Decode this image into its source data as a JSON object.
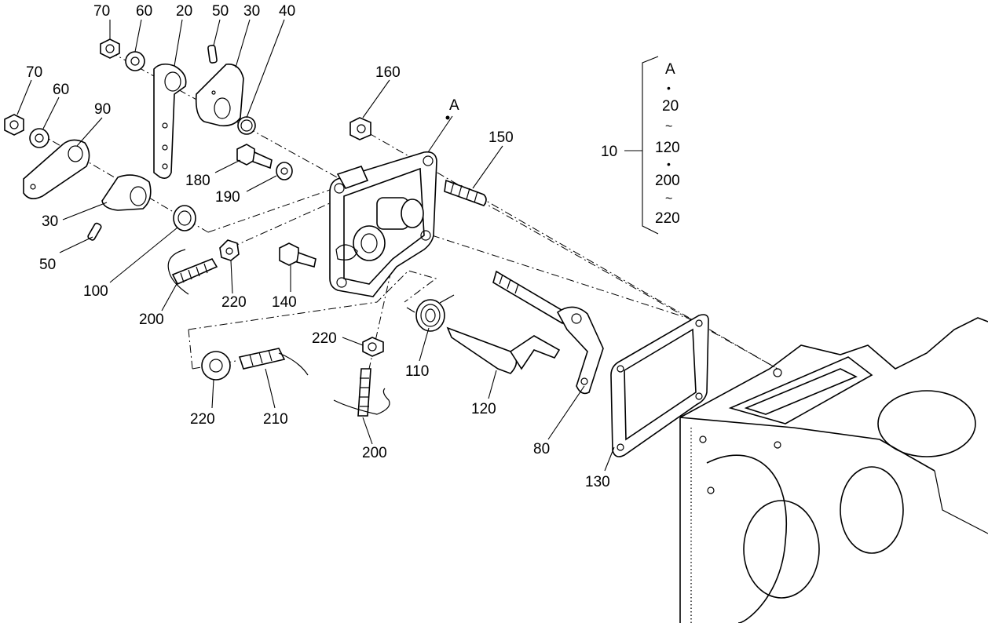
{
  "diagram": {
    "part_labels": [
      "70",
      "60",
      "20",
      "50",
      "30",
      "40",
      "70",
      "60",
      "90",
      "160",
      "A",
      "150",
      "180",
      "190",
      "30",
      "50",
      "100",
      "220",
      "140",
      "200",
      "220",
      "110",
      "120",
      "80",
      "130",
      "220",
      "210",
      "200"
    ],
    "legend": {
      "group": "10",
      "items": [
        "A",
        "•",
        "20",
        "~",
        "120",
        "•",
        "200",
        "~",
        "220"
      ]
    }
  }
}
